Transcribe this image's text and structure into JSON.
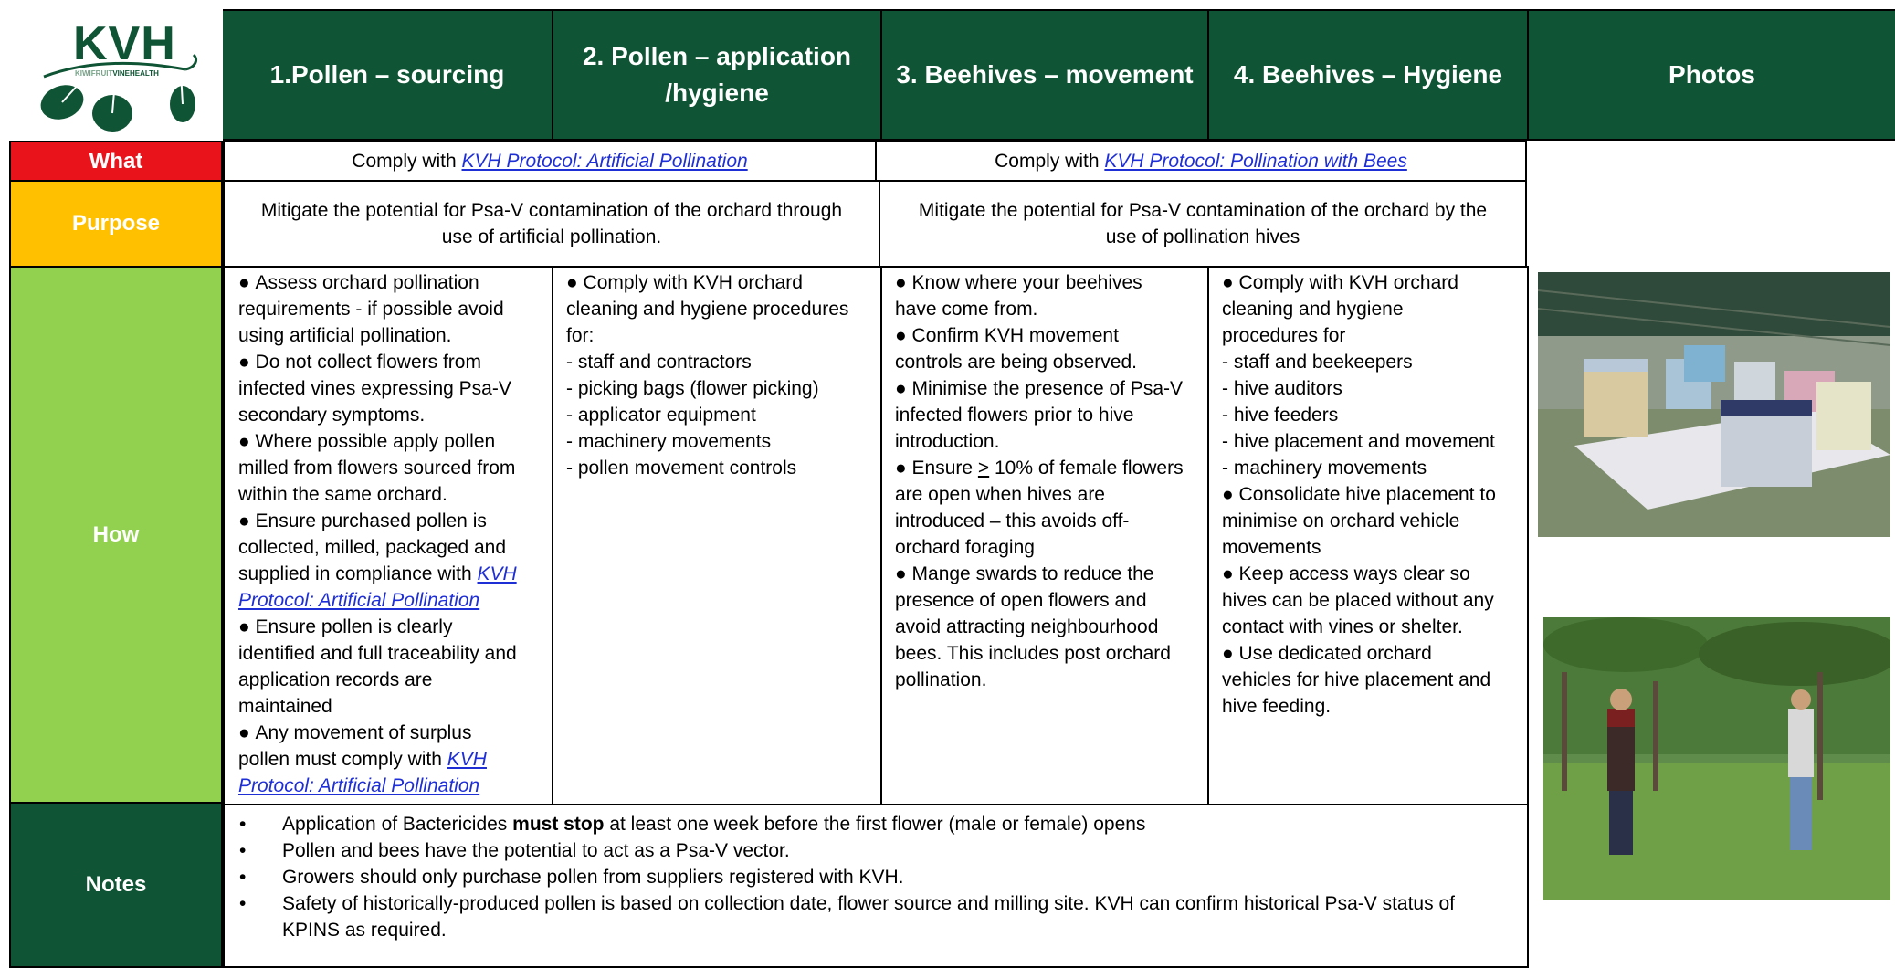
{
  "logo": {
    "text": "KVH",
    "subtext": "KIWIFRUIT VINEHEALTH",
    "subtext_part1": "KIWIFRUIT",
    "subtext_part2": "VINEHEALTH"
  },
  "colors": {
    "header_green": "#0f5434",
    "what_red": "#e8131b",
    "purpose_amber": "#ffc000",
    "how_green": "#92d050",
    "link_blue": "#1f2fd6"
  },
  "headers": {
    "col1": "1.Pollen – sourcing",
    "col2_line1": "2. Pollen – application",
    "col2_line2": "/hygiene",
    "col3": "3. Beehives – movement",
    "col4": "4. Beehives – Hygiene",
    "col5": "Photos"
  },
  "rows": {
    "what": {
      "label": "What",
      "pollination_prefix": "Comply with ",
      "pollination_link": "KVH Protocol: Artificial Pollination",
      "bees_prefix": "Comply with ",
      "bees_link": "KVH Protocol: Pollination with Bees"
    },
    "purpose": {
      "label": "Purpose",
      "pollination_line1": "Mitigate the potential for Psa-V contamination of the orchard through",
      "pollination_line2": "use of artificial pollination.",
      "bees_line1": "Mitigate the potential for Psa-V contamination of the orchard by the",
      "bees_line2": "use of pollination hives"
    },
    "how": {
      "label": "How",
      "col1": {
        "b1_l1": "Assess orchard pollination",
        "b1_l2": "requirements - if possible avoid",
        "b1_l3": "using artificial pollination.",
        "b2_l1": "Do not collect flowers from",
        "b2_l2": "infected vines expressing Psa-V",
        "b2_l3": "secondary symptoms.",
        "b3_l1": "Where possible apply pollen",
        "b3_l2": "milled from flowers sourced from",
        "b3_l3": "within the same orchard.",
        "b4_l1": "Ensure purchased pollen is",
        "b4_l2": "collected, milled, packaged and",
        "b4_l3_prefix": "supplied in compliance with ",
        "b4_l3_link": "KVH",
        "b4_l4_link": "Protocol: Artificial Pollination",
        "b5_l1": "Ensure pollen is clearly",
        "b5_l2": "identified and full traceability and",
        "b5_l3": "application records are",
        "b5_l4": "maintained",
        "b6_l1": "Any movement of surplus",
        "b6_l2_prefix": "pollen must comply with ",
        "b6_l2_link": "KVH",
        "b6_l3_link": "Protocol: Artificial Pollination"
      },
      "col2": {
        "b1_l1": "Comply with KVH orchard",
        "b1_l2": "cleaning and hygiene procedures",
        "b1_l3": "for:",
        "items": [
          "- staff and contractors",
          "- picking bags (flower picking)",
          "- applicator equipment",
          "- machinery movements",
          "- pollen movement controls"
        ]
      },
      "col3": {
        "b1_l1": "Know where your beehives",
        "b1_l2": "have come from.",
        "b2_l1": "Confirm KVH movement",
        "b2_l2": "controls are being observed.",
        "b3_l1": "Minimise the presence of Psa-V",
        "b3_l2": "infected flowers prior to hive",
        "b3_l3": "introduction.",
        "b4_l1_prefix": "Ensure ",
        "b4_l1_sym": ">",
        "b4_l1_suffix": " 10% of female flowers",
        "b4_l2": "are open when hives are",
        "b4_l3": "introduced – this avoids off-",
        "b4_l4": "orchard foraging",
        "b5_l1": "Mange swards to reduce the",
        "b5_l2": "presence of open flowers and",
        "b5_l3": "avoid attracting neighbourhood",
        "b5_l4": "bees. This includes post orchard",
        "b5_l5": "pollination."
      },
      "col4": {
        "b1_l1": "Comply with KVH orchard",
        "b1_l2": "cleaning and hygiene",
        "b1_l3": "procedures for",
        "items": [
          "- staff and beekeepers",
          "- hive auditors",
          "- hive feeders",
          "- hive placement and movement",
          "- machinery movements"
        ],
        "b2_l1": "Consolidate hive placement to",
        "b2_l2": "minimise on orchard vehicle",
        "b2_l3": "movements",
        "b3_l1": "Keep access ways clear so",
        "b3_l2": "hives can be placed without any",
        "b3_l3": "contact with vines or shelter.",
        "b4_l1": "Use dedicated orchard",
        "b4_l2": "vehicles for hive placement and",
        "b4_l3": "hive feeding."
      }
    },
    "notes": {
      "label": "Notes",
      "n1_prefix": "Application of Bactericides ",
      "n1_bold": "must stop",
      "n1_suffix": " at least one week before the first flower (male or female) opens",
      "n2": "Pollen and bees have the potential to act as a Psa-V vector.",
      "n3": "Growers should only purchase pollen from suppliers registered with KVH.",
      "n4_l1": "Safety of historically-produced pollen is based on collection date, flower source and milling site. KVH can confirm historical Psa-V status of",
      "n4_l2": "KPINS as required."
    }
  },
  "photos": {
    "photo1": "beehives-in-orchard-photo",
    "photo2": "workers-in-kiwifruit-orchard-photo"
  }
}
